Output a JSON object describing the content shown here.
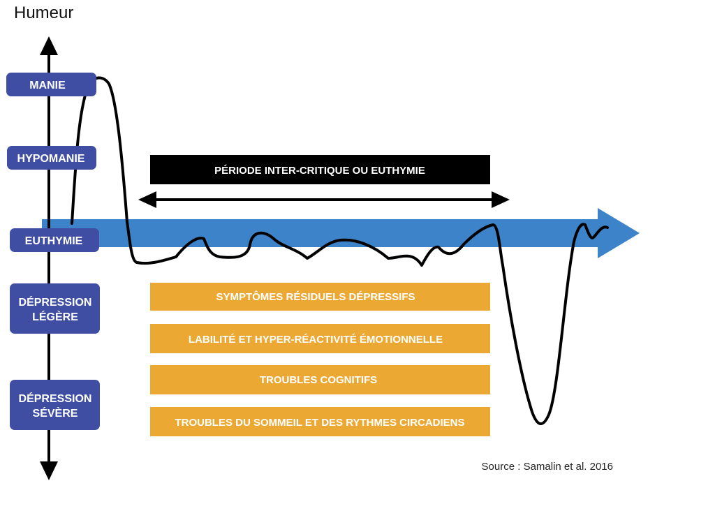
{
  "axis_title": "Humeur",
  "colors": {
    "level_box": "#3f4ea3",
    "inter_critical_box": "#000000",
    "residual_box": "#eba934",
    "timeline_arrow": "#3d83c9",
    "mood_curve": "#000000"
  },
  "levels": {
    "mania": "MANIE",
    "hypomania": "HYPOMANIE",
    "euthymia": "EUTHYMIE",
    "mild_depression": [
      "DÉPRESSION",
      "LÉGÈRE"
    ],
    "severe_depression": [
      "DÉPRESSION",
      "SÉVÈRE"
    ]
  },
  "inter_critical_period": "PÉRIODE INTER-CRITIQUE OU EUTHYMIE",
  "residual_symptoms": [
    "SYMPTÔMES RÉSIDUELS DÉPRESSIFS",
    "LABILITÉ ET HYPER-RÉACTIVITÉ ÉMOTIONNELLE",
    "TROUBLES COGNITIFS",
    "TROUBLES DU SOMMEIL ET DES RYTHMES CIRCADIENS"
  ],
  "source": "Source : Samalin et al. 2016"
}
